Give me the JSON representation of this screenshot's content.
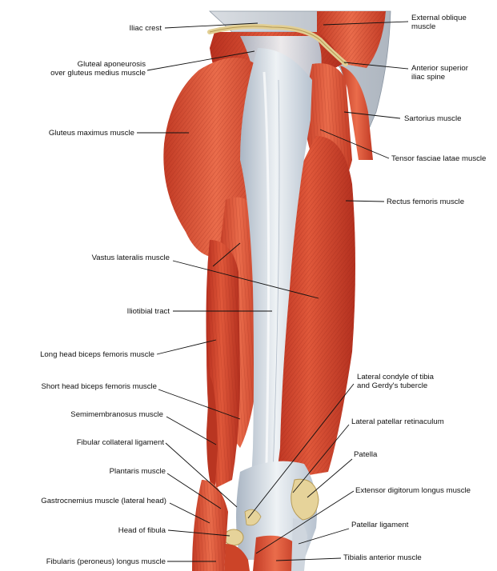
{
  "colors": {
    "muscle": "#d9472b",
    "muscle_dark": "#a8261a",
    "muscle_light": "#ef8a6a",
    "fascia": "#c9d2dc",
    "fascia_light": "#e8edf2",
    "tendon": "#e6d39a",
    "skin": "#bfc6cf",
    "leader": "#111111"
  },
  "labels": {
    "iliac_crest": "Iliac crest",
    "gluteal_aponeurosis_1": "Gluteal aponeurosis",
    "gluteal_aponeurosis_2": "over gluteus medius muscle",
    "gluteus_maximus": "Gluteus maximus muscle",
    "vastus_lateralis": "Vastus lateralis muscle",
    "iliotibial_tract": "Iliotibial tract",
    "long_head_biceps": "Long head biceps femoris muscle",
    "short_head_biceps": "Short head biceps femoris muscle",
    "semimembranosus": "Semimembranosus muscle",
    "fibular_collateral": "Fibular collateral ligament",
    "plantaris": "Plantaris muscle",
    "gastrocnemius": "Gastrocnemius muscle (lateral head)",
    "head_of_fibula": "Head of fibula",
    "fibularis_longus": "Fibularis (peroneus) longus muscle",
    "external_oblique_1": "External oblique",
    "external_oblique_2": "muscle",
    "asis_1": "Anterior superior",
    "asis_2": "iliac spine",
    "sartorius": "Sartorius muscle",
    "tensor_fasciae_latae": "Tensor fasciae latae muscle",
    "rectus_femoris": "Rectus femoris muscle",
    "lateral_condyle_1": "Lateral condyle of tibia",
    "lateral_condyle_2": "and Gerdy's tubercle",
    "lateral_patellar_retinaculum": "Lateral patellar retinaculum",
    "patella": "Patella",
    "extensor_digitorum_longus": "Extensor digitorum longus muscle",
    "patellar_ligament": "Patellar ligament",
    "tibialis_anterior": "Tibialis anterior muscle"
  }
}
